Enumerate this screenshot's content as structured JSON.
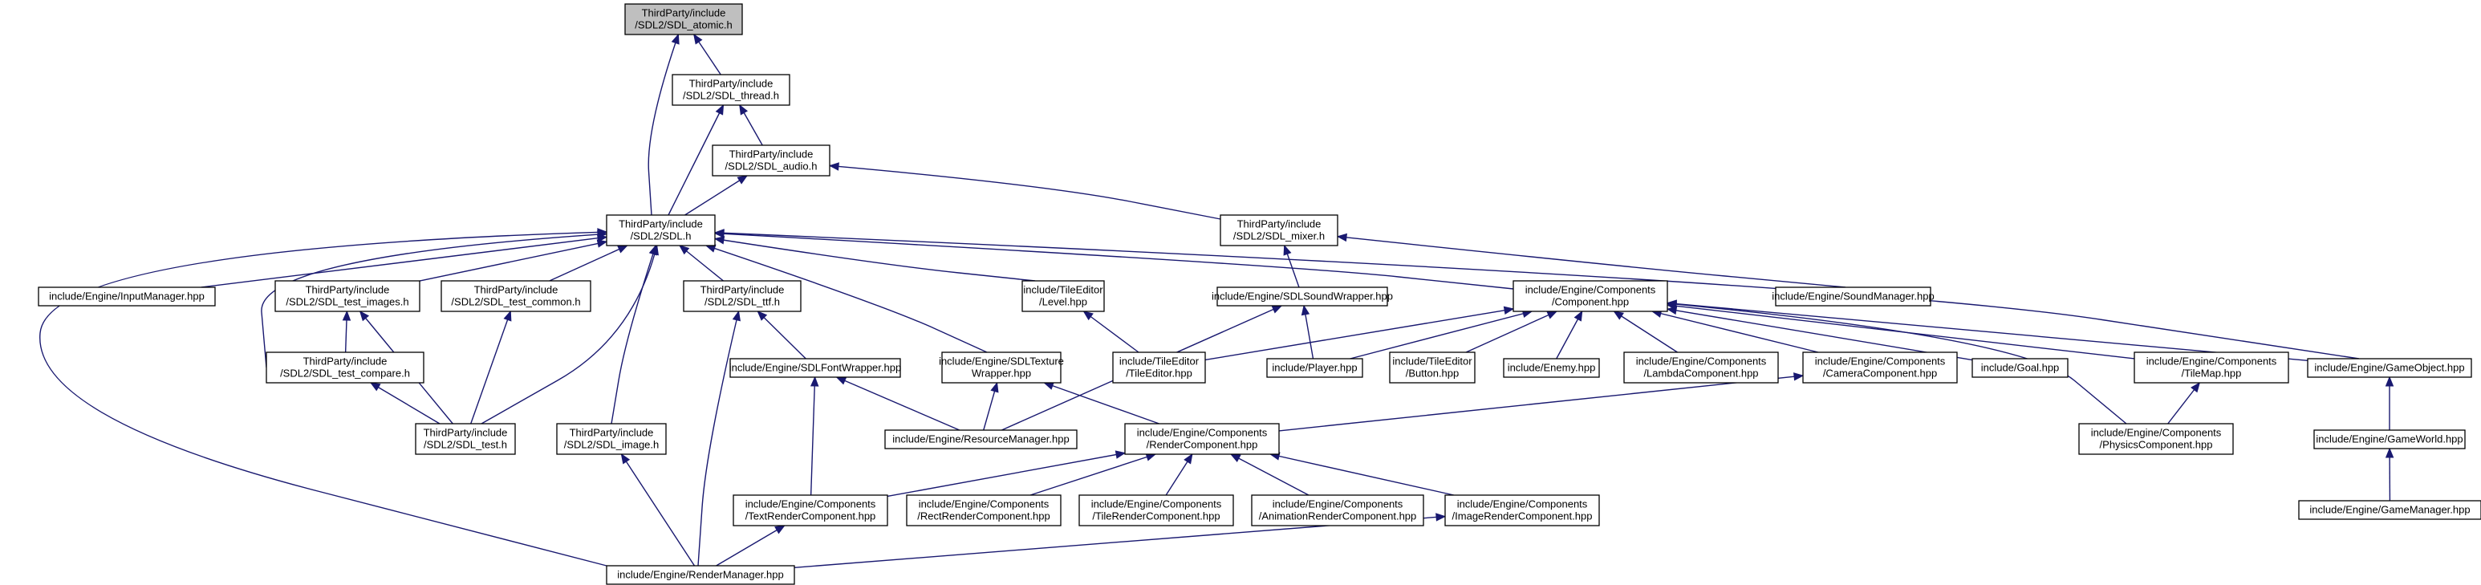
{
  "graph": {
    "root": "n0",
    "colors": {
      "edge": "#191970",
      "root_fill": "#bfbfbf",
      "node_fill": "#ffffff",
      "node_border": "#000000"
    },
    "nodes": [
      {
        "id": "n0",
        "lines": [
          "ThirdParty/include",
          "/SDL2/SDL_atomic.h"
        ]
      },
      {
        "id": "n1",
        "lines": [
          "ThirdParty/include",
          "/SDL2/SDL_thread.h"
        ]
      },
      {
        "id": "n2",
        "lines": [
          "ThirdParty/include",
          "/SDL2/SDL_audio.h"
        ]
      },
      {
        "id": "n3",
        "lines": [
          "ThirdParty/include",
          "/SDL2/SDL.h"
        ]
      },
      {
        "id": "n4",
        "lines": [
          "ThirdParty/include",
          "/SDL2/SDL_mixer.h"
        ]
      },
      {
        "id": "n5",
        "lines": [
          "include/Engine/InputManager.hpp"
        ]
      },
      {
        "id": "n6",
        "lines": [
          "ThirdParty/include",
          "/SDL2/SDL_test_images.h"
        ]
      },
      {
        "id": "n7",
        "lines": [
          "ThirdParty/include",
          "/SDL2/SDL_test_common.h"
        ]
      },
      {
        "id": "n8",
        "lines": [
          "ThirdParty/include",
          "/SDL2/SDL_ttf.h"
        ]
      },
      {
        "id": "n9",
        "lines": [
          "include/TileEditor",
          "/Level.hpp"
        ]
      },
      {
        "id": "n10",
        "lines": [
          "include/Engine/SDLSoundWrapper.hpp"
        ]
      },
      {
        "id": "n11",
        "lines": [
          "include/Engine/Components",
          "/Component.hpp"
        ]
      },
      {
        "id": "n12",
        "lines": [
          "include/Engine/SoundManager.hpp"
        ]
      },
      {
        "id": "n13",
        "lines": [
          "ThirdParty/include",
          "/SDL2/SDL_test_compare.h"
        ]
      },
      {
        "id": "n14",
        "lines": [
          "include/Engine/SDLFontWrapper.hpp"
        ]
      },
      {
        "id": "n15",
        "lines": [
          "include/Engine/SDLTexture",
          "Wrapper.hpp"
        ]
      },
      {
        "id": "n16",
        "lines": [
          "include/TileEditor",
          "/TileEditor.hpp"
        ]
      },
      {
        "id": "n17",
        "lines": [
          "include/Player.hpp"
        ]
      },
      {
        "id": "n18",
        "lines": [
          "include/TileEditor",
          "/Button.hpp"
        ]
      },
      {
        "id": "n19",
        "lines": [
          "include/Enemy.hpp"
        ]
      },
      {
        "id": "n20",
        "lines": [
          "include/Engine/Components",
          "/LambdaComponent.hpp"
        ]
      },
      {
        "id": "n21",
        "lines": [
          "include/Engine/Components",
          "/CameraComponent.hpp"
        ]
      },
      {
        "id": "n22",
        "lines": [
          "include/Goal.hpp"
        ]
      },
      {
        "id": "n23",
        "lines": [
          "include/Engine/Components",
          "/TileMap.hpp"
        ]
      },
      {
        "id": "n24",
        "lines": [
          "include/Engine/GameObject.hpp"
        ]
      },
      {
        "id": "n25",
        "lines": [
          "ThirdParty/include",
          "/SDL2/SDL_test.h"
        ]
      },
      {
        "id": "n26",
        "lines": [
          "ThirdParty/include",
          "/SDL2/SDL_image.h"
        ]
      },
      {
        "id": "n27",
        "lines": [
          "include/Engine/ResourceManager.hpp"
        ]
      },
      {
        "id": "n28",
        "lines": [
          "include/Engine/Components",
          "/RenderComponent.hpp"
        ]
      },
      {
        "id": "n29",
        "lines": [
          "include/Engine/Components",
          "/PhysicsComponent.hpp"
        ]
      },
      {
        "id": "n30",
        "lines": [
          "include/Engine/GameWorld.hpp"
        ]
      },
      {
        "id": "n31",
        "lines": [
          "include/Engine/Components",
          "/TextRenderComponent.hpp"
        ]
      },
      {
        "id": "n32",
        "lines": [
          "include/Engine/Components",
          "/RectRenderComponent.hpp"
        ]
      },
      {
        "id": "n33",
        "lines": [
          "include/Engine/Components",
          "/TileRenderComponent.hpp"
        ]
      },
      {
        "id": "n34",
        "lines": [
          "include/Engine/Components",
          "/AnimationRenderComponent.hpp"
        ]
      },
      {
        "id": "n35",
        "lines": [
          "include/Engine/Components",
          "/ImageRenderComponent.hpp"
        ]
      },
      {
        "id": "n36",
        "lines": [
          "include/Engine/GameManager.hpp"
        ]
      },
      {
        "id": "n37",
        "lines": [
          "include/Engine/RenderManager.hpp"
        ]
      }
    ],
    "edges": [
      {
        "from": "n1",
        "to": "n0"
      },
      {
        "from": "n3",
        "to": "n0"
      },
      {
        "from": "n2",
        "to": "n1"
      },
      {
        "from": "n3",
        "to": "n1"
      },
      {
        "from": "n3",
        "to": "n2"
      },
      {
        "from": "n4",
        "to": "n2"
      },
      {
        "from": "n5",
        "to": "n3"
      },
      {
        "from": "n6",
        "to": "n3"
      },
      {
        "from": "n7",
        "to": "n3"
      },
      {
        "from": "n8",
        "to": "n3"
      },
      {
        "from": "n9",
        "to": "n3"
      },
      {
        "from": "n15",
        "to": "n3"
      },
      {
        "from": "n11",
        "to": "n3"
      },
      {
        "from": "n24",
        "to": "n3"
      },
      {
        "from": "n13",
        "to": "n3"
      },
      {
        "from": "n25",
        "to": "n3"
      },
      {
        "from": "n26",
        "to": "n3"
      },
      {
        "from": "n37",
        "to": "n3"
      },
      {
        "from": "n10",
        "to": "n4"
      },
      {
        "from": "n12",
        "to": "n4"
      },
      {
        "from": "n13",
        "to": "n6"
      },
      {
        "from": "n25",
        "to": "n6"
      },
      {
        "from": "n25",
        "to": "n7"
      },
      {
        "from": "n25",
        "to": "n13"
      },
      {
        "from": "n14",
        "to": "n8"
      },
      {
        "from": "n37",
        "to": "n8"
      },
      {
        "from": "n16",
        "to": "n9"
      },
      {
        "from": "n17",
        "to": "n10"
      },
      {
        "from": "n27",
        "to": "n10"
      },
      {
        "from": "n16",
        "to": "n11"
      },
      {
        "from": "n17",
        "to": "n11"
      },
      {
        "from": "n18",
        "to": "n11"
      },
      {
        "from": "n19",
        "to": "n11"
      },
      {
        "from": "n20",
        "to": "n11"
      },
      {
        "from": "n21",
        "to": "n11"
      },
      {
        "from": "n22",
        "to": "n11"
      },
      {
        "from": "n23",
        "to": "n11"
      },
      {
        "from": "n24",
        "to": "n11"
      },
      {
        "from": "n29",
        "to": "n11"
      },
      {
        "from": "n31",
        "to": "n14"
      },
      {
        "from": "n27",
        "to": "n14"
      },
      {
        "from": "n27",
        "to": "n15"
      },
      {
        "from": "n28",
        "to": "n15"
      },
      {
        "from": "n28",
        "to": "n21"
      },
      {
        "from": "n29",
        "to": "n23"
      },
      {
        "from": "n30",
        "to": "n24"
      },
      {
        "from": "n37",
        "to": "n26"
      },
      {
        "from": "n31",
        "to": "n28"
      },
      {
        "from": "n32",
        "to": "n28"
      },
      {
        "from": "n33",
        "to": "n28"
      },
      {
        "from": "n34",
        "to": "n28"
      },
      {
        "from": "n35",
        "to": "n28"
      },
      {
        "from": "n36",
        "to": "n30"
      },
      {
        "from": "n37",
        "to": "n31"
      },
      {
        "from": "n37",
        "to": "n35"
      }
    ]
  }
}
